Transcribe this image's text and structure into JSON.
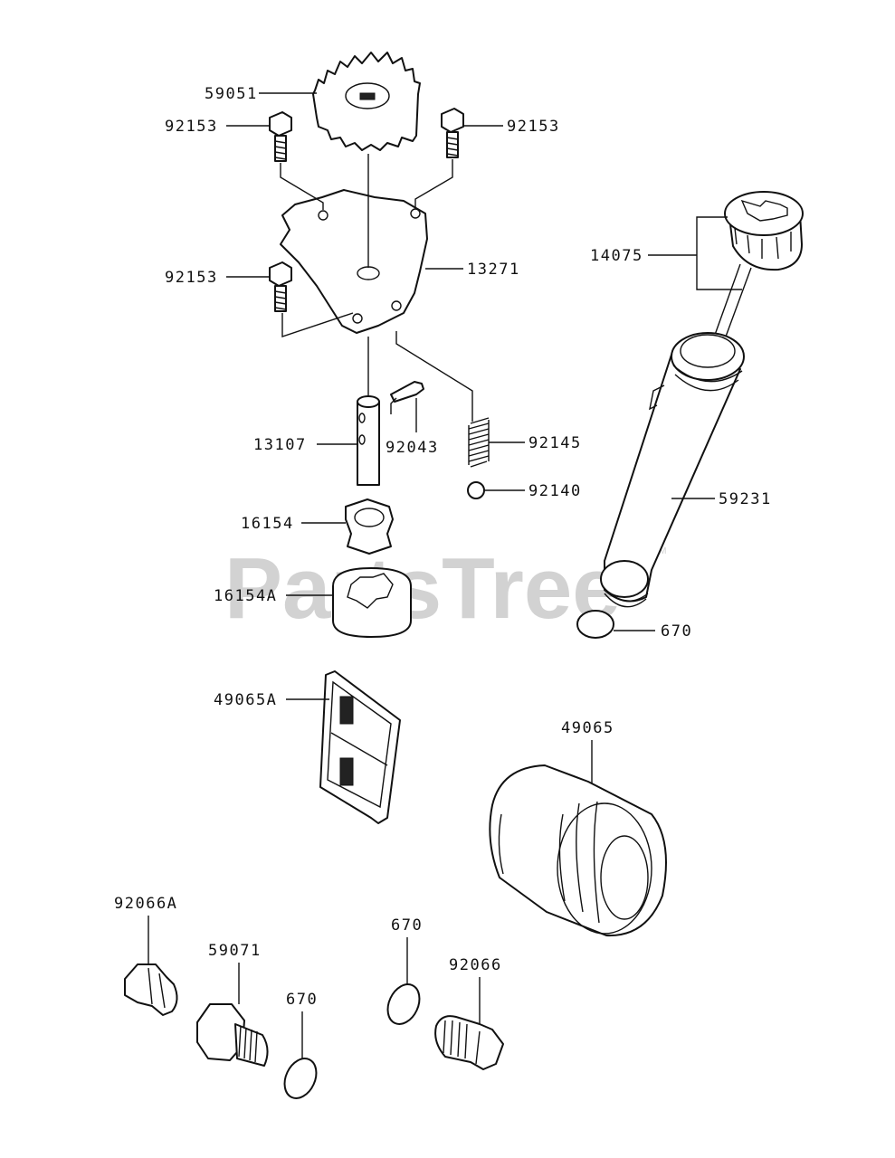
{
  "watermark": {
    "text": "PartsTree",
    "mark": "TM"
  },
  "labels": {
    "p59051": "59051",
    "p92153_left": "92153",
    "p92153_right": "92153",
    "p92153_lower": "92153",
    "p13271": "13271",
    "p14075": "14075",
    "p13107": "13107",
    "p92043": "92043",
    "p92145": "92145",
    "p92140": "92140",
    "p59231": "59231",
    "p16154": "16154",
    "p16154A": "16154A",
    "p670_upper": "670",
    "p49065A": "49065A",
    "p49065": "49065",
    "p92066A": "92066A",
    "p59071": "59071",
    "p670_left": "670",
    "p670_right": "670",
    "p92066": "92066"
  }
}
